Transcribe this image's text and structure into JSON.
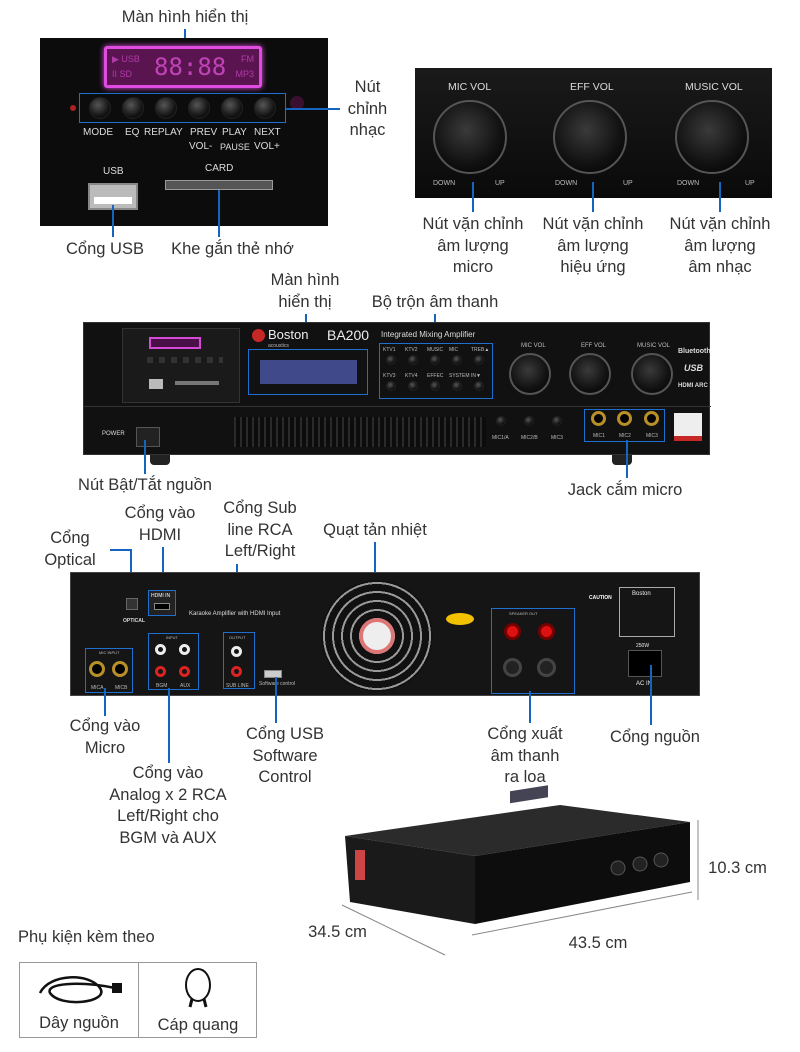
{
  "top_left": {
    "title": "Màn hình hiển thị",
    "display": {
      "left_top": "▶ USB",
      "left_bottom": "II SD",
      "digits": "88:88",
      "right_top": "FM",
      "right_bottom": "MP3"
    },
    "buttons": [
      "MODE",
      "EQ",
      "REPLAY",
      "PREV",
      "PLAY",
      "NEXT"
    ],
    "buttons_second_row": [
      "VOL-",
      "PAUSE",
      "VOL+"
    ],
    "usb_label": "USB",
    "card_label": "CARD",
    "music_buttons_caption": [
      "Nút",
      "chỉnh",
      "nhạc"
    ],
    "usb_caption": "Cổng USB",
    "card_caption": "Khe gắn thẻ nhớ"
  },
  "top_right": {
    "knobs": [
      {
        "label": "MIC VOL",
        "down": "DOWN",
        "up": "UP",
        "caption": [
          "Nút vặn chỉnh",
          "âm lượng",
          "micro"
        ]
      },
      {
        "label": "EFF VOL",
        "down": "DOWN",
        "up": "UP",
        "caption": [
          "Nút vặn chỉnh",
          "âm lượng",
          "hiệu ứng"
        ]
      },
      {
        "label": "MUSIC VOL",
        "down": "DOWN",
        "up": "UP",
        "caption": [
          "Nút vặn chỉnh",
          "âm lượng",
          "âm nhạc"
        ]
      }
    ]
  },
  "front": {
    "brand": "Boston",
    "brand_sub": "acoustics",
    "model": "BA200",
    "subtitle": "Integrated Mixing Amplifier",
    "mixer_buttons": [
      "KTV1",
      "KTV2",
      "MUSIC",
      "MIC",
      "TREB▲",
      "KTV3",
      "KTV4",
      "EFFEC",
      "SYSTEM",
      "IN▼"
    ],
    "power_label": "POWER",
    "mic_knobs": [
      "MIC1/A",
      "MIC2/B",
      "MIC3"
    ],
    "mic_jacks": [
      "MIC1",
      "MIC2",
      "MIC3"
    ],
    "badges": [
      "Bluetooth",
      "USB",
      "HDMI ARC"
    ],
    "callout_display": [
      "Màn hình",
      "hiển thị"
    ],
    "callout_mixer": "Bộ trộn âm thanh",
    "callout_power": "Nút Bật/Tắt nguồn",
    "callout_mic_jack": "Jack cắm micro"
  },
  "back": {
    "optical_label": "OPTICAL",
    "hdmi_label": "HDMI IN",
    "hdmi_text": "Karaoke Amplifier with HDMI Input",
    "mic_input_label": "MIC INPUT",
    "mic_input_jacks": [
      "MICA",
      "MICB"
    ],
    "input_label": "INPUT",
    "input_jacks": [
      "BGM",
      "AUX"
    ],
    "output_label": "OUTPUT",
    "output_jack": "SUB LINE",
    "software_label": "Software control",
    "speaker_out_label": "SPEAKER OUT",
    "caution": "CAUTION",
    "power_rating": "250W",
    "ac_in": "AC IN",
    "callouts": {
      "optical": [
        "Cổng",
        "Optical"
      ],
      "hdmi": [
        "Cổng vào",
        "HDMI"
      ],
      "sub": [
        "Cổng Sub",
        "line RCA",
        "Left/Right"
      ],
      "fan": "Quạt tản nhiệt",
      "mic": [
        "Cổng vào",
        "Micro"
      ],
      "analog": [
        "Cổng vào",
        "Analog x 2 RCA",
        "Left/Right cho",
        "BGM và AUX"
      ],
      "usb": [
        "Cổng USB",
        "Software",
        "Control"
      ],
      "speaker": [
        "Cổng xuất",
        "âm thanh",
        "ra loa"
      ],
      "power": "Cổng nguồn"
    }
  },
  "dimensions": {
    "height": "10.3 cm",
    "depth": "34.5 cm",
    "width": "43.5 cm"
  },
  "accessories": {
    "title": "Phụ kiện kèm theo",
    "items": [
      "Dây nguồn",
      "Cáp quang"
    ]
  }
}
